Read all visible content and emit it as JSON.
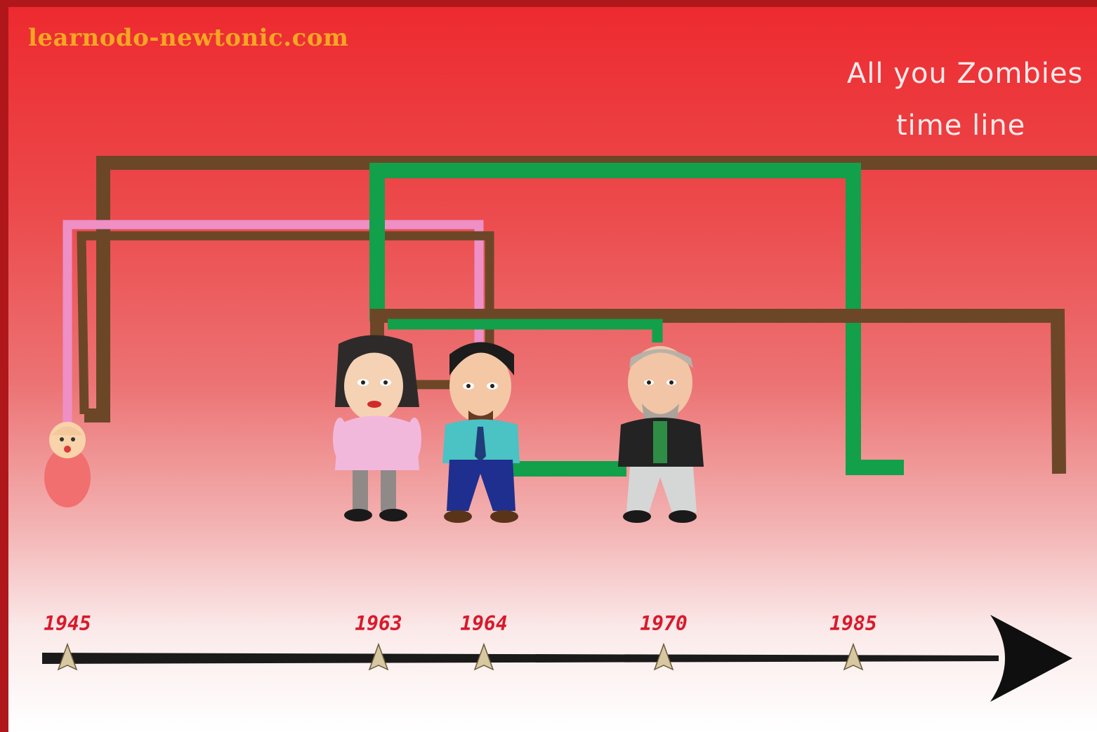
{
  "watermark": "learnodo-newtonic.com",
  "title": {
    "line1": "All you Zombies",
    "line2": "time line"
  },
  "timeline": {
    "years": [
      "1945",
      "1963",
      "1964",
      "1970",
      "1985"
    ]
  },
  "characters": [
    {
      "name": "baby"
    },
    {
      "name": "woman"
    },
    {
      "name": "young-man"
    },
    {
      "name": "older-man"
    }
  ],
  "colors": {
    "pink_path": "#ee8fc6",
    "brown_path": "#6b4728",
    "green_path": "#12a04a",
    "orange_path": "#f07d3a",
    "year_text": "#d81a2c",
    "watermark": "#f6a623"
  }
}
